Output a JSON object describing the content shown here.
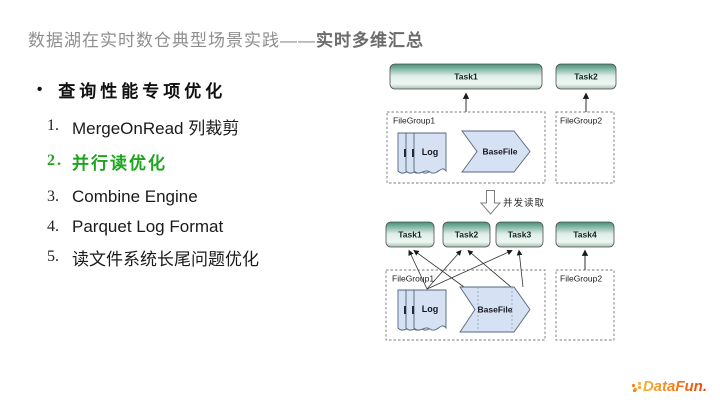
{
  "slide": {
    "title": {
      "normal": "数据湖在实时数仓典型场景实践——",
      "bold": "实时多维汇总"
    }
  },
  "list": {
    "bullet": "•",
    "header": "查询性能专项优化",
    "items": [
      {
        "num": "1.",
        "text": "MergeOnRead 列裁剪",
        "highlight": false
      },
      {
        "num": "2.",
        "text": "并行读优化",
        "highlight": true
      },
      {
        "num": "3.",
        "text": "Combine Engine",
        "highlight": false
      },
      {
        "num": "4.",
        "text": "Parquet Log Format",
        "highlight": false
      },
      {
        "num": "5.",
        "text": "读文件系统长尾问题优化",
        "highlight": false
      }
    ]
  },
  "diagram": {
    "top": {
      "tasks": [
        "Task1",
        "Task2"
      ],
      "filegroup1": "FileGroup1",
      "filegroup2": "FileGroup2",
      "log": "Log",
      "basefile": "BaseFile"
    },
    "arrow_label": "并发读取",
    "bottom": {
      "tasks": [
        "Task1",
        "Task2",
        "Task3",
        "Task4"
      ],
      "filegroup1": "FileGroup1",
      "filegroup2": "FileGroup2",
      "log": "Log",
      "basefile": "BaseFile"
    }
  },
  "logo": {
    "text": "DataFun."
  },
  "colors": {
    "highlight_green": "#1ea51e",
    "task_gradient_top": "#41907b",
    "task_gradient_bottom": "#a3c0b4",
    "shape_blue_fill": "#d6e1f3",
    "shape_blue_stroke": "#54677f",
    "title_gray": "#8f8f8f",
    "logo_orange": "#f07818"
  }
}
